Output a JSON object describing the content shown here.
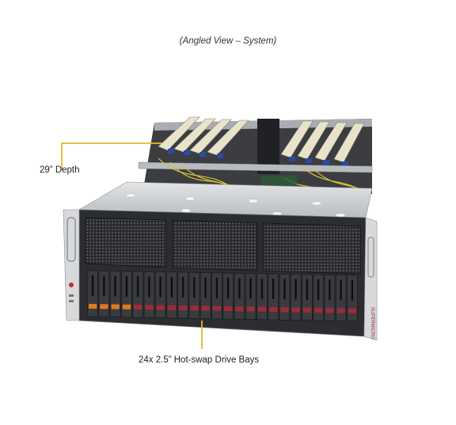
{
  "caption": "(Angled View – System)",
  "callouts": {
    "depth": "29” Depth",
    "drive_bays": "24x 2.5” Hot-swap Drive Bays"
  },
  "brand_vertical": "SUPERMICRO",
  "colors": {
    "callout_line": "#e8b923",
    "chassis": "#c9cbcd",
    "front_panel": "#2c2d30",
    "drive_tray": "#3a3b3f",
    "drive_latch_red": "#9c2b3a",
    "drive_latch_orange": "#e07a1f",
    "gpu_card": "#eae3cc",
    "cable": "#d8c23a"
  }
}
